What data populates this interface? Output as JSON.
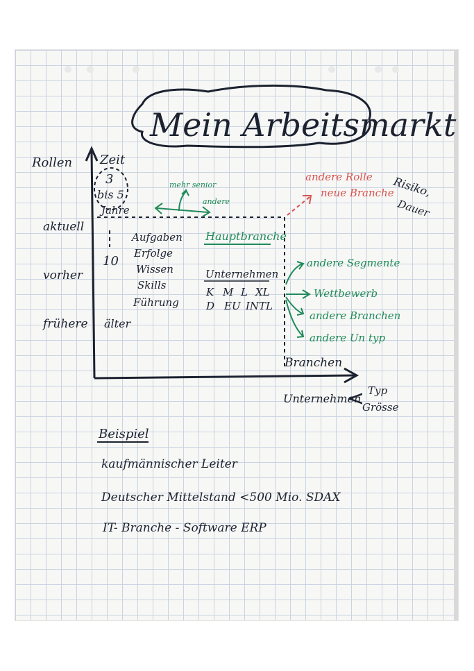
{
  "title": "Mein Arbeitsmarkt",
  "y_axis": {
    "label": "Rollen",
    "time_label": "Zeit",
    "rows": [
      "aktuell",
      "vorher",
      "frühere"
    ],
    "circle_top": "3",
    "circle_bottom": "bis 5",
    "jahre": "Jahre",
    "ten": "10",
    "aelter": "älter"
  },
  "role_attributes": [
    "Aufgaben",
    "Erfolge",
    "Wissen",
    "Skills",
    "Führung"
  ],
  "branch": {
    "main": "Hauptbranche",
    "company": "Unternehmen",
    "sizes": [
      "K",
      "M",
      "L",
      "XL"
    ],
    "regions": [
      "D",
      "EU",
      "INTL"
    ]
  },
  "moves": {
    "mehr_senior": "mehr senior",
    "andere": "andere",
    "right_targets": [
      "andere Segmente",
      "Wettbewerb",
      "andere Branchen",
      "andere Un typ"
    ]
  },
  "risk": {
    "line1": "andere Rolle",
    "line2": "neue Branche",
    "note1": "Risiko,",
    "note2": "Dauer"
  },
  "x_axis": {
    "label": "Branchen",
    "company": "Unternehmen",
    "bracket": "<",
    "typ": "Typ",
    "groesse": "Grösse"
  },
  "example": {
    "heading": "Beispiel",
    "lines": [
      "kaufmännischer Leiter",
      "Deutscher Mittelstand <500 Mio. SDAX",
      "IT- Branche - Software ERP"
    ]
  },
  "colors": {
    "ink": "#1c2230",
    "green": "#1f8a5a",
    "red": "#d9534f"
  }
}
